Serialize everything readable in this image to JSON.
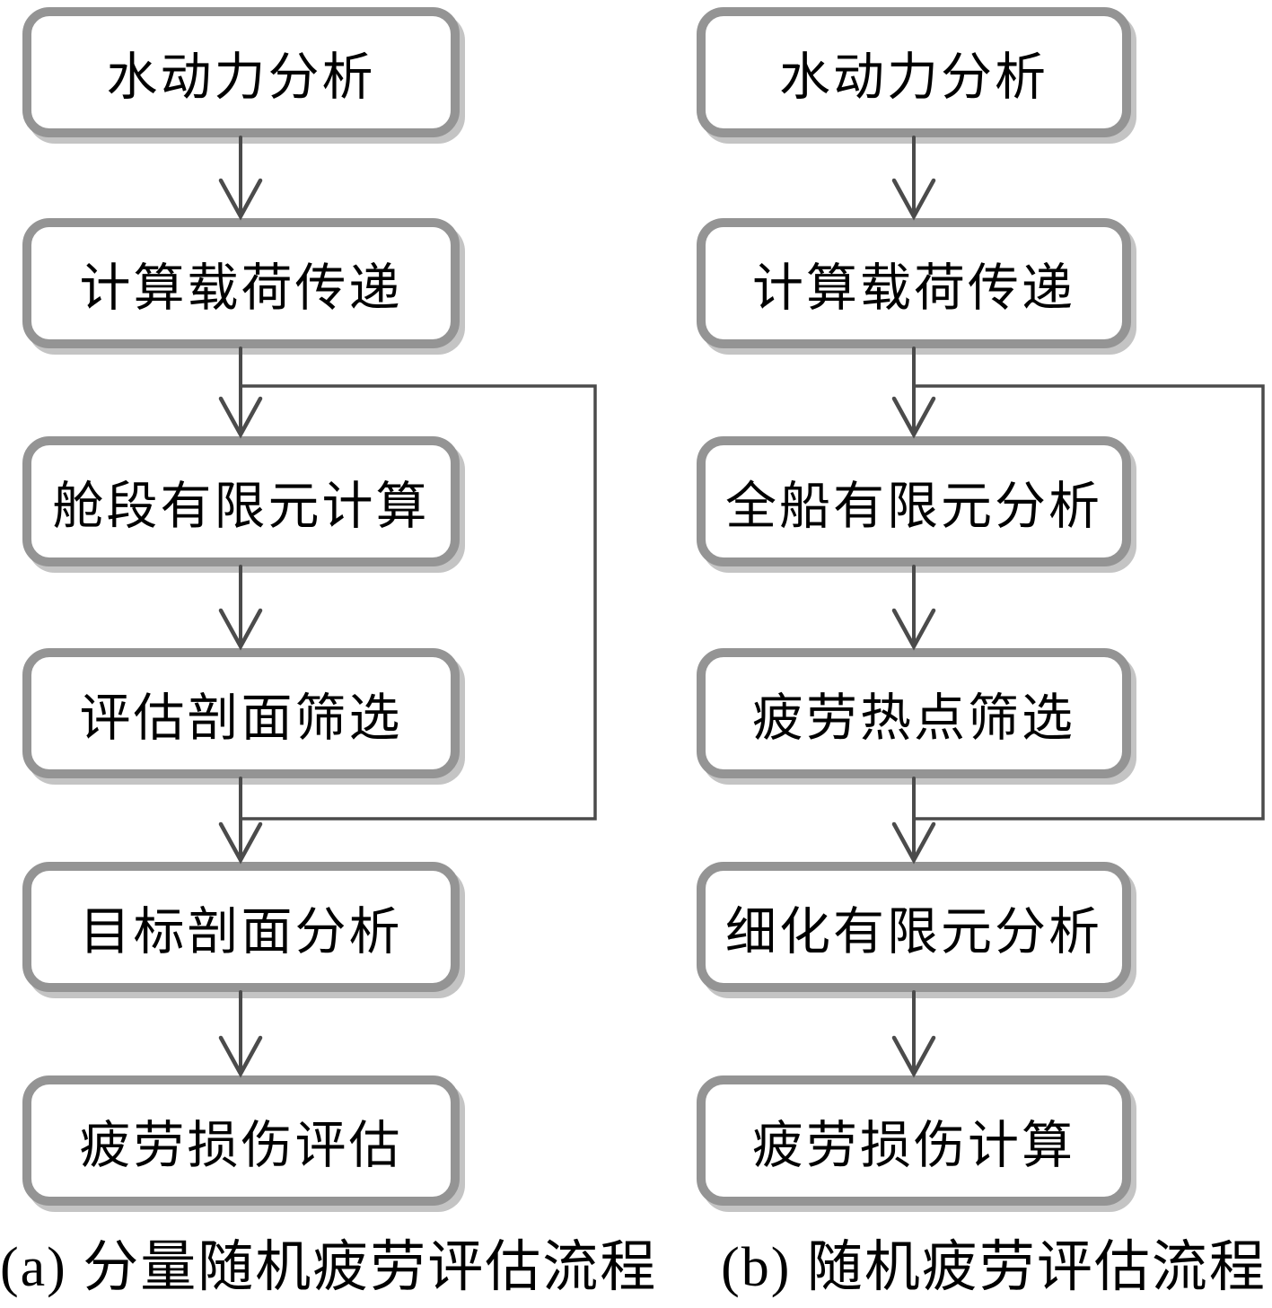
{
  "figure": {
    "columns": [
      {
        "id": "a",
        "caption": "(a) 分量随机疲劳评估流程",
        "boxes": [
          "水动力分析",
          "计算载荷传递",
          "舱段有限元计算",
          "评估剖面筛选",
          "目标剖面分析",
          "疲劳损伤评估"
        ]
      },
      {
        "id": "b",
        "caption": "(b) 随机疲劳评估流程",
        "boxes": [
          "水动力分析",
          "计算载荷传递",
          "全船有限元分析",
          "疲劳热点筛选",
          "细化有限元分析",
          "疲劳损伤计算"
        ]
      }
    ],
    "colors": {
      "background": "#ffffff",
      "box_fill": "#ffffff",
      "box_border": "#949494",
      "box_shadow": "#c4c4c4",
      "connector": "#4b4b4b",
      "text": "#000000"
    }
  }
}
